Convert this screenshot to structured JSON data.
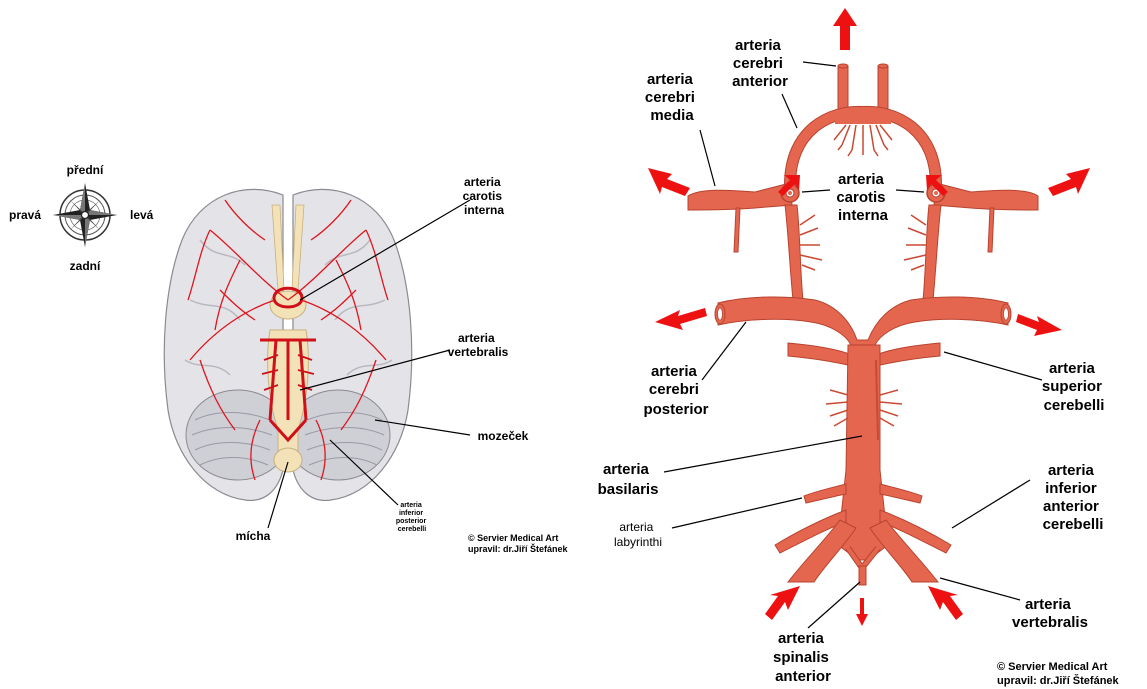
{
  "compass": {
    "front": "přední",
    "back": "zadní",
    "right": "pravá",
    "left": "levá"
  },
  "left_panel": {
    "labels": {
      "carotis": [
        "arteria",
        "carotis",
        "interna"
      ],
      "vertebralis": [
        "arteria",
        "vertebralis"
      ],
      "mozecek": "mozeček",
      "micha": "mícha",
      "aica": [
        "arteria",
        "inferior",
        "posterior",
        "cerebelli"
      ]
    },
    "credit": [
      "© Servier Medical Art",
      "upravil: dr.Jiří Štefánek"
    ]
  },
  "right_panel": {
    "labels": {
      "cerebri_anterior": [
        "arteria",
        "cerebri",
        "anterior"
      ],
      "cerebri_media": [
        "arteria",
        "cerebri",
        "media"
      ],
      "carotis_interna": [
        "arteria",
        "carotis",
        "interna"
      ],
      "cerebri_posterior": [
        "arteria",
        "cerebri",
        "posterior"
      ],
      "superior_cerebelli": [
        "arteria",
        "superior",
        "cerebelli"
      ],
      "basilaris": [
        "arteria",
        "basilaris"
      ],
      "labyrinthi": [
        "arteria",
        "labyrinthi"
      ],
      "inferior_anterior_cerebelli": [
        "arteria",
        "inferior",
        "anterior",
        "cerebelli"
      ],
      "vertebralis": [
        "arteria",
        "vertebralis"
      ],
      "spinalis_anterior": [
        "arteria",
        "spinalis",
        "anterior"
      ]
    },
    "credit": [
      "© Servier Medical Art",
      "upravil: dr.Jiří Štefánek"
    ]
  },
  "colors": {
    "artery": "#e5664f",
    "artery_outline": "#b8432f",
    "arrow": "#ee1111",
    "brain": "#e4e4e8",
    "brain_vessels": "#e0141e"
  }
}
